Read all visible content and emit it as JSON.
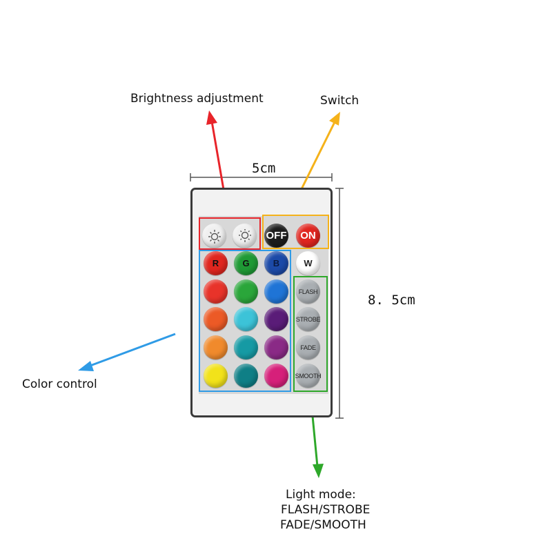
{
  "callouts": {
    "brightness": "Brightness adjustment",
    "switch": "Switch",
    "color": "Color control",
    "mode_line1": "Light mode:",
    "mode_line2": "FLASH/STROBE",
    "mode_line3": "FADE/SMOOTH"
  },
  "dimensions": {
    "width": "5cm",
    "height": "8. 5cm"
  },
  "colors": {
    "brightness_box": "#e8242a",
    "switch_box": "#f5b21a",
    "color_box": "#2f9be6",
    "mode_box": "#2ea82a",
    "off_button": "#1c1c1c",
    "on_button": "#e0251f"
  },
  "buttons": {
    "brightness_up_icon": "brightness-up-icon",
    "brightness_down_icon": "brightness-down-icon",
    "off": "OFF",
    "on": "ON",
    "r": "R",
    "g": "G",
    "b": "B",
    "w": "W",
    "flash": "FLASH",
    "strobe": "STROBE",
    "fade": "FADE",
    "smooth": "SMOOTH"
  },
  "color_grid": [
    [
      "#e8332a",
      "#2aa63a",
      "#1f74d6"
    ],
    [
      "#ec5a26",
      "#3cc3d8",
      "#5a1c78"
    ],
    [
      "#f08a2c",
      "#169aa4",
      "#8a2a86"
    ],
    [
      "#f2e21a",
      "#0f7f86",
      "#d6207a"
    ]
  ],
  "rgb_colors": [
    "#e0261f",
    "#1f9a35",
    "#1c4aa8",
    "#ffffff"
  ]
}
